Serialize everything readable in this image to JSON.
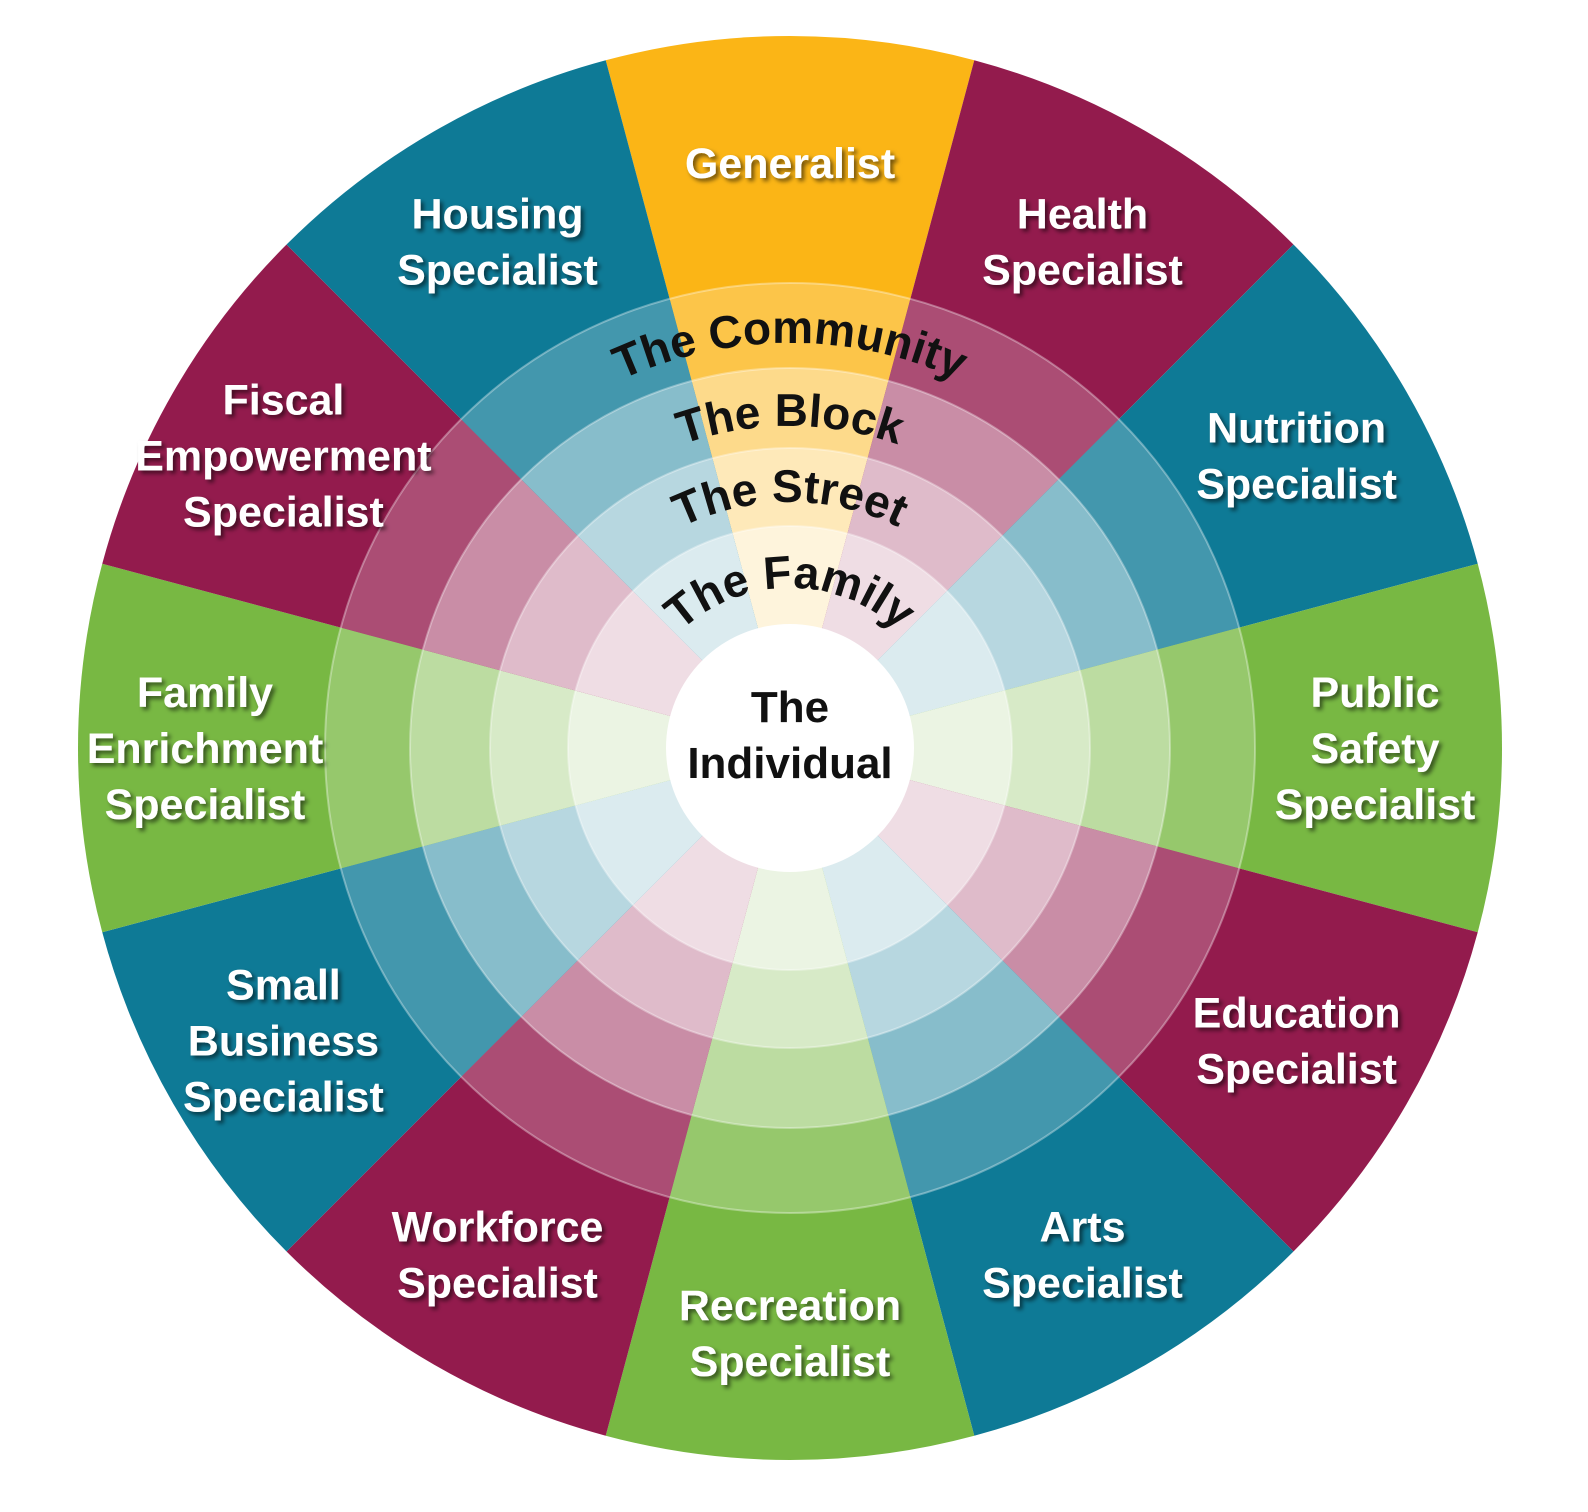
{
  "colors": {
    "teal": "#0e7a96",
    "magenta": "#931b4d",
    "green": "#78b843",
    "gold": "#fbb516"
  },
  "center": {
    "lines": [
      "The",
      "Individual"
    ]
  },
  "rings": [
    {
      "label": "The Community"
    },
    {
      "label": "The Block"
    },
    {
      "label": "The Street"
    },
    {
      "label": "The Family"
    }
  ],
  "segments": [
    {
      "color": "gold",
      "lines": [
        "Generalist"
      ]
    },
    {
      "color": "magenta",
      "lines": [
        "Health",
        "Specialist"
      ]
    },
    {
      "color": "teal",
      "lines": [
        "Nutrition",
        "Specialist"
      ]
    },
    {
      "color": "green",
      "lines": [
        "Public",
        "Safety",
        "Specialist"
      ]
    },
    {
      "color": "magenta",
      "lines": [
        "Education",
        "Specialist"
      ]
    },
    {
      "color": "teal",
      "lines": [
        "Arts",
        "Specialist"
      ]
    },
    {
      "color": "green",
      "lines": [
        "Recreation",
        "Specialist"
      ]
    },
    {
      "color": "magenta",
      "lines": [
        "Workforce",
        "Specialist"
      ]
    },
    {
      "color": "teal",
      "lines": [
        "Small",
        "Business",
        "Specialist"
      ]
    },
    {
      "color": "green",
      "lines": [
        "Family",
        "Enrichment",
        "Specialist"
      ]
    },
    {
      "color": "magenta",
      "lines": [
        "Fiscal",
        "Empowerment",
        "Specialist"
      ]
    },
    {
      "color": "teal",
      "lines": [
        "Housing",
        "Specialist"
      ]
    }
  ]
}
